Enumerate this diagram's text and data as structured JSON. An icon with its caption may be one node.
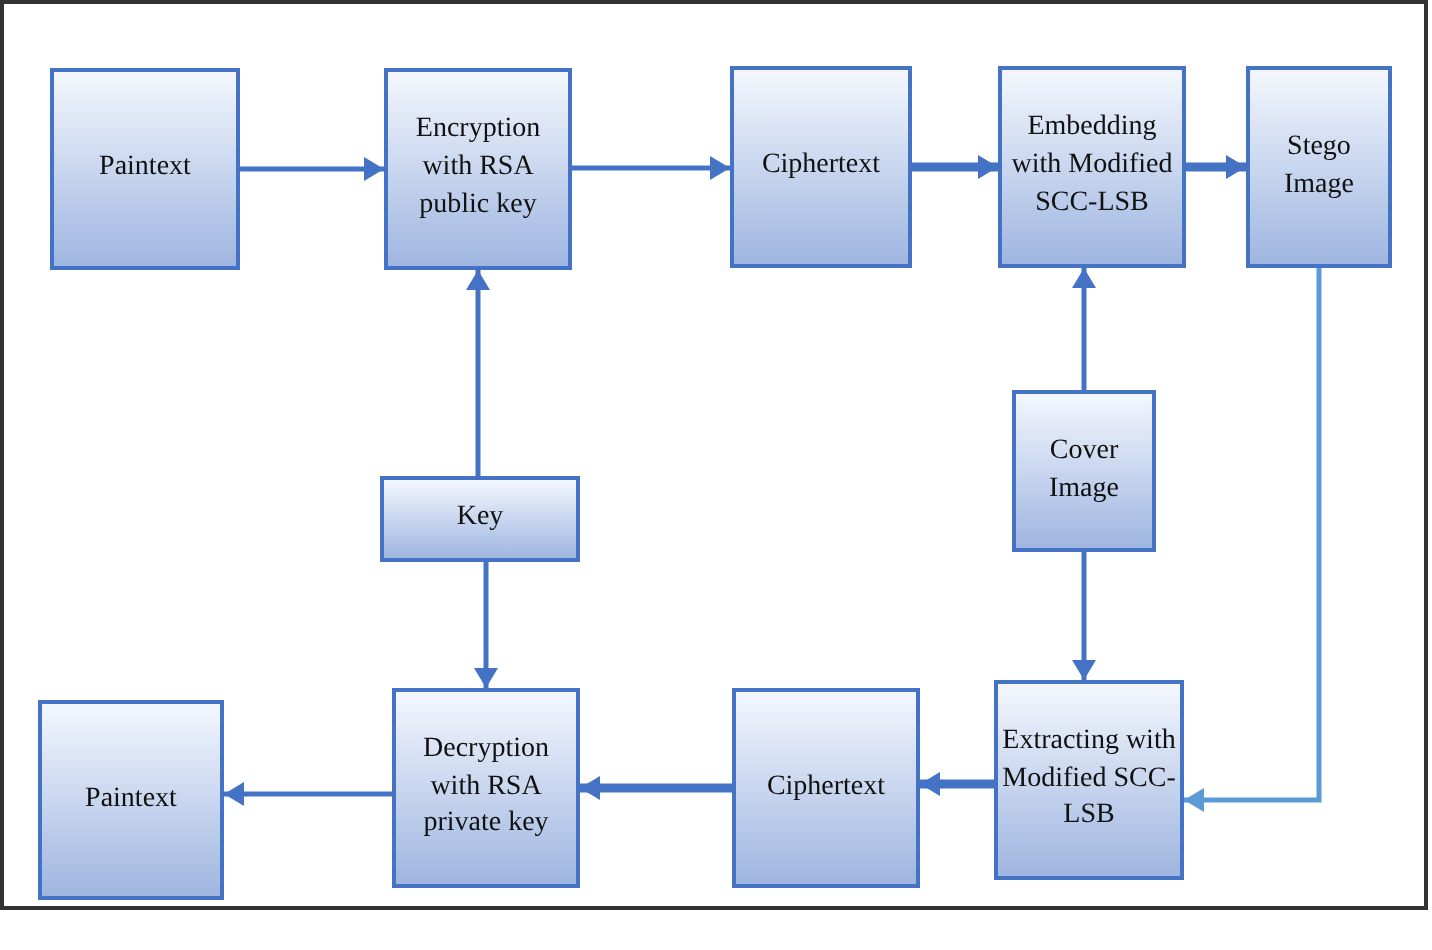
{
  "diagram": {
    "nodes": [
      {
        "text": [
          "Paintext"
        ]
      },
      {
        "text": [
          "Encryption with RSA public key"
        ]
      },
      {
        "text": [
          "Ciphertext"
        ]
      },
      {
        "text": [
          "Embedding with Modified SCC-LSB"
        ]
      },
      {
        "text": [
          "Stego Image"
        ]
      },
      {
        "text": [
          "Key"
        ]
      },
      {
        "text": [
          "Cover Image"
        ]
      },
      {
        "text": [
          "Paintext"
        ]
      },
      {
        "text": [
          "Decryption with RSA private key"
        ]
      },
      {
        "text": [
          "Ciphertext"
        ]
      },
      {
        "text": [
          "Extracting with Modified SCC-LSB"
        ]
      }
    ],
    "edges": [
      {
        "from": 0,
        "to": 1,
        "arrow": "to"
      },
      {
        "from": 1,
        "to": 2,
        "arrow": "to"
      },
      {
        "from": 2,
        "to": 3,
        "arrow": "to",
        "style": "thick"
      },
      {
        "from": 3,
        "to": 4,
        "arrow": "to",
        "style": "thick"
      },
      {
        "from": 5,
        "to": 1,
        "arrow": "to"
      },
      {
        "from": 5,
        "to": 8,
        "arrow": "to"
      },
      {
        "from": 6,
        "to": 3,
        "arrow": "to"
      },
      {
        "from": 6,
        "to": 10,
        "arrow": "to"
      },
      {
        "from": 4,
        "to": 10,
        "arrow": "to",
        "color": "#5b9bd5"
      },
      {
        "from": 10,
        "to": 9,
        "arrow": "to",
        "style": "thick"
      },
      {
        "from": 9,
        "to": 8,
        "arrow": "to",
        "style": "thick"
      },
      {
        "from": 8,
        "to": 7,
        "arrow": "to"
      }
    ]
  }
}
